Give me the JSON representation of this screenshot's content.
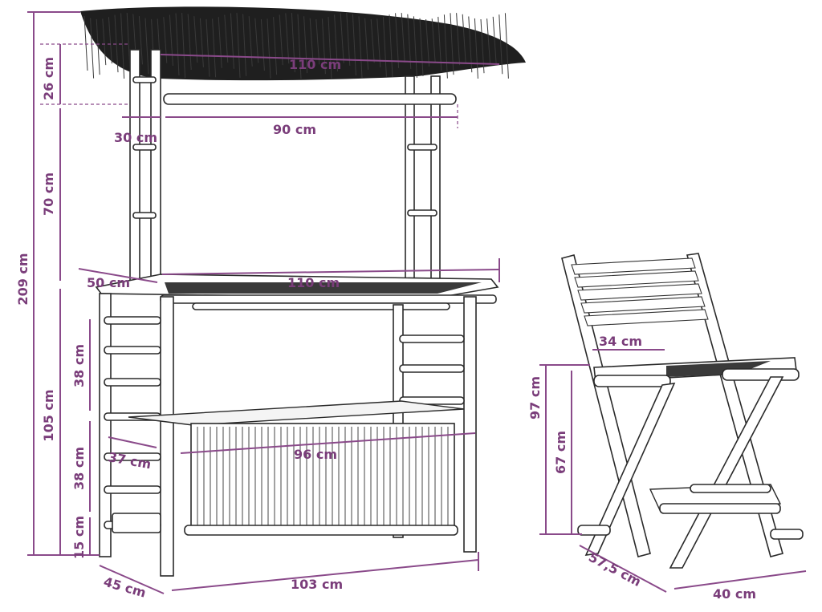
{
  "colors": {
    "dimension": "#7a3d7a",
    "outline": "#2a2a2a",
    "thatch": "#1e1e1e"
  },
  "bar": {
    "roof_width": "110 cm",
    "roof_height": "26 cm",
    "post_offset": "30 cm",
    "upper_span": "90 cm",
    "upper_height": "70 cm",
    "total_height": "209 cm",
    "counter_depth": "50 cm",
    "counter_width": "110 cm",
    "counter_height": "105 cm",
    "lower_shelf_gap": "38 cm",
    "middle_shelf_gap": "38 cm",
    "bottom_gap": "15 cm",
    "shelf_depth": "37 cm",
    "cabinet_width": "96 cm",
    "base_depth": "45 cm",
    "base_width": "103 cm"
  },
  "chair": {
    "seat_depth": "34 cm",
    "total_height": "97 cm",
    "seat_height": "67 cm",
    "depth": "57,5 cm",
    "width": "40 cm"
  }
}
